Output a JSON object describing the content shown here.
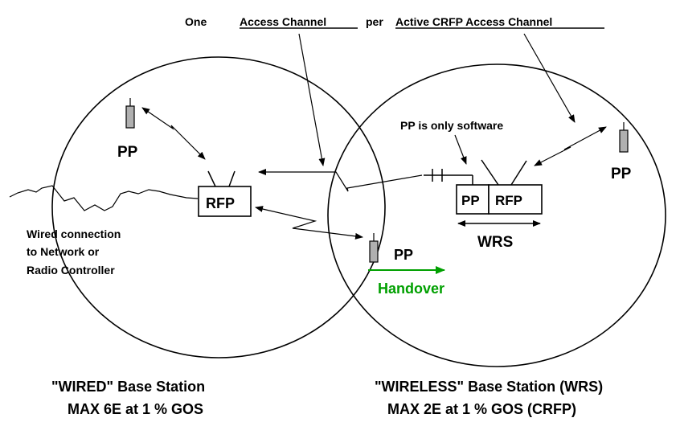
{
  "top_label": {
    "prefix": "One",
    "access_channel": "Access Channel",
    "per": "per",
    "active_crfp": "Active CRFP Access Channel"
  },
  "left_cell": {
    "pp_top": "PP",
    "rfp": "RFP",
    "wired_line1": "Wired connection",
    "wired_line2": "to Network or",
    "wired_line3": "Radio Controller",
    "caption_line1": "\"WIRED\" Base Station",
    "caption_line2": "MAX  6E at 1 % GOS"
  },
  "middle": {
    "pp_mobile": "PP",
    "handover": "Handover",
    "handover_color": "#00a000"
  },
  "right_cell": {
    "pp_software_note": "PP is only software",
    "pp_box": "PP",
    "rfp_box": "RFP",
    "wrs": "WRS",
    "pp_right": "PP",
    "caption_line1": "\"WIRELESS\" Base Station (WRS)",
    "caption_line2": "MAX  2E at 1 % GOS (CRFP)"
  },
  "colors": {
    "handset_fill": "#b0b0b0",
    "handover_arrow": "#00a000"
  }
}
